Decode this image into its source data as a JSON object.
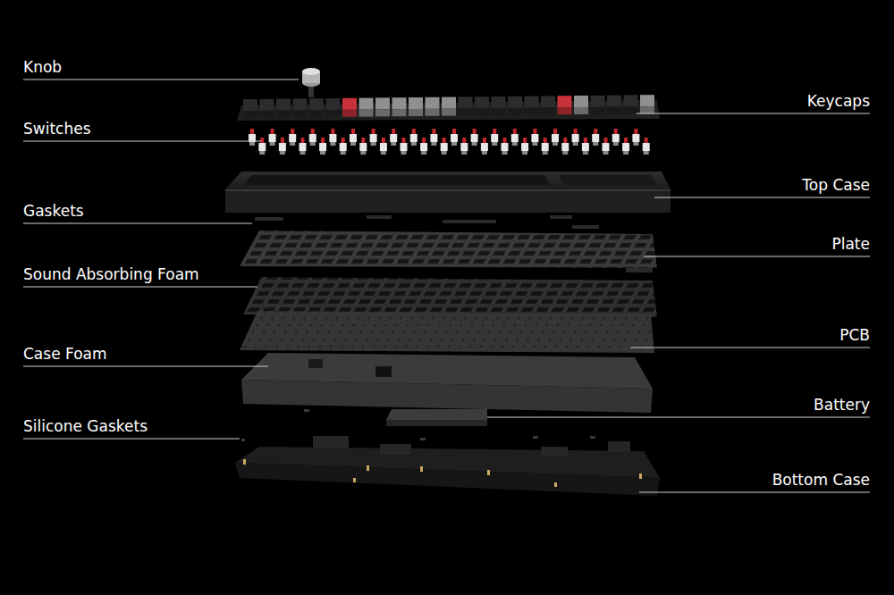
{
  "diagram": {
    "labels": [
      "Knob",
      "Keycaps",
      "Switches",
      "Top Case",
      "Gaskets",
      "Plate",
      "Sound Absorbing Foam",
      "PCB",
      "Case Foam",
      "Battery",
      "Silicone Gaskets",
      "Bottom Case"
    ]
  }
}
